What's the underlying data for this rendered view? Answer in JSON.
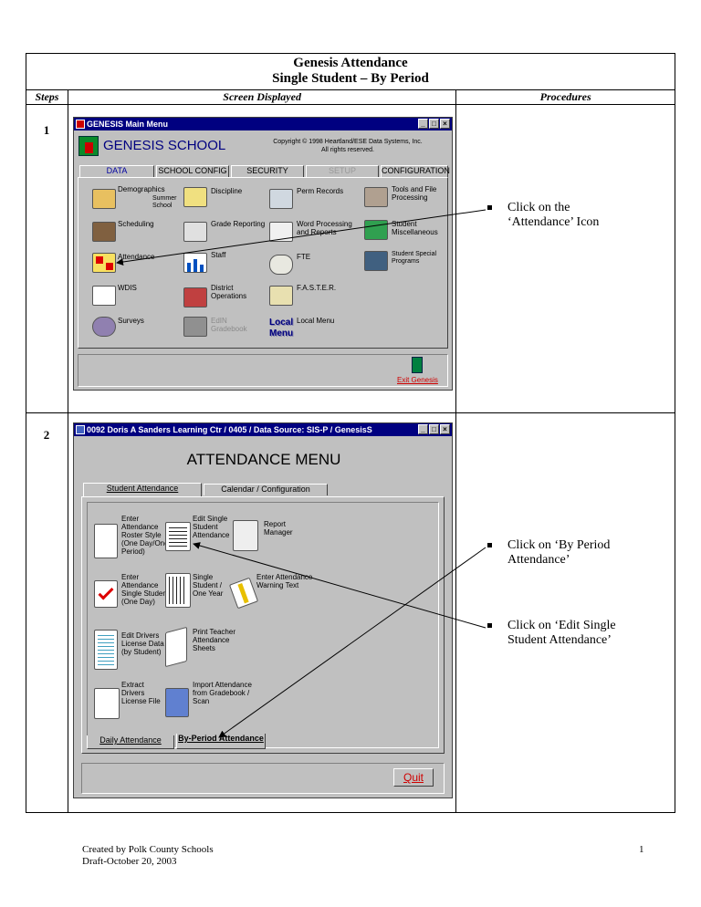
{
  "doc": {
    "title_line1": "Genesis Attendance",
    "title_line2": "Single Student – By Period",
    "col_steps": "Steps",
    "col_screen": "Screen Displayed",
    "col_procedures": "Procedures"
  },
  "step1": {
    "number": "1",
    "window_title": "GENESIS Main Menu",
    "brand": "GENESIS SCHOOL",
    "copyright_line1": "Copyright © 1998 Heartland/ESE Data Systems, Inc.",
    "copyright_line2": "All rights reserved.",
    "tabs": [
      "DATA",
      "SCHOOL CONFIG",
      "SECURITY",
      "SETUP",
      "CONFIGURATION"
    ],
    "items": {
      "demographics": "Demographics",
      "summer_school_1": "Summer",
      "summer_school_2": "School",
      "discipline": "Discipline",
      "perm_records": "Perm Records",
      "tools_1": "Tools and File",
      "tools_2": "Processing",
      "scheduling": "Scheduling",
      "grade_reporting": "Grade Reporting",
      "word_proc_1": "Word Processing",
      "word_proc_2": "and Reports",
      "student_misc_1": "Student",
      "student_misc_2": "Miscellaneous",
      "attendance": "Attendance",
      "staff": "Staff",
      "fte": "FTE",
      "special_1": "Student Special",
      "special_2": "Programs",
      "wdis": "WDIS",
      "district_1": "District",
      "district_2": "Operations",
      "faster": "F.A.S.T.E.R.",
      "surveys": "Surveys",
      "edit_1": "EdIN",
      "edit_2": "Gradebook",
      "local_1": "Local",
      "local_2": "Menu",
      "local_menu": "Local Menu"
    },
    "exit_label": "Exit Genesis",
    "procedure_1": "Click on the",
    "procedure_2": "‘Attendance’ Icon"
  },
  "step2": {
    "number": "2",
    "window_title": "0092 Doris A Sanders Learning Ctr / 0405 / Data Source: SIS-P / GenesisS",
    "menu_title": "ATTENDANCE MENU",
    "tabs": [
      "Student Attendance",
      "Calendar / Configuration"
    ],
    "bottom_tabs": [
      "Daily Attendance",
      "By-Period Attendance"
    ],
    "items": {
      "enter_roster": [
        "Enter",
        "Attendance",
        "Roster Style",
        "(One Day/One",
        "Period)"
      ],
      "edit_single": [
        "Edit Single",
        "Student",
        "Attendance"
      ],
      "report_mgr": [
        "Report",
        "Manager"
      ],
      "enter_single": [
        "Enter",
        "Attendance",
        "Single Student",
        "(One Day)"
      ],
      "single_year": [
        "Single",
        "Student /",
        "One Year"
      ],
      "warning": [
        "Enter Attendance",
        "Warning Text"
      ],
      "drivers": [
        "Edit Drivers",
        "License Data",
        "(by Student)"
      ],
      "print_sheets": [
        "Print Teacher",
        "Attendance",
        "Sheets"
      ],
      "extract": [
        "Extract",
        "Drivers",
        "License File"
      ],
      "import": [
        "Import Attendance",
        "from Gradebook /",
        "Scan"
      ]
    },
    "quit_label": "Quit",
    "procedure_a_1": "Click on ‘By Period",
    "procedure_a_2": "Attendance’",
    "procedure_b_1": "Click on ‘Edit Single",
    "procedure_b_2": "Student Attendance’"
  },
  "footer": {
    "line1": "Created by Polk County Schools",
    "line2": "Draft-October 20, 2003",
    "page": "1"
  }
}
